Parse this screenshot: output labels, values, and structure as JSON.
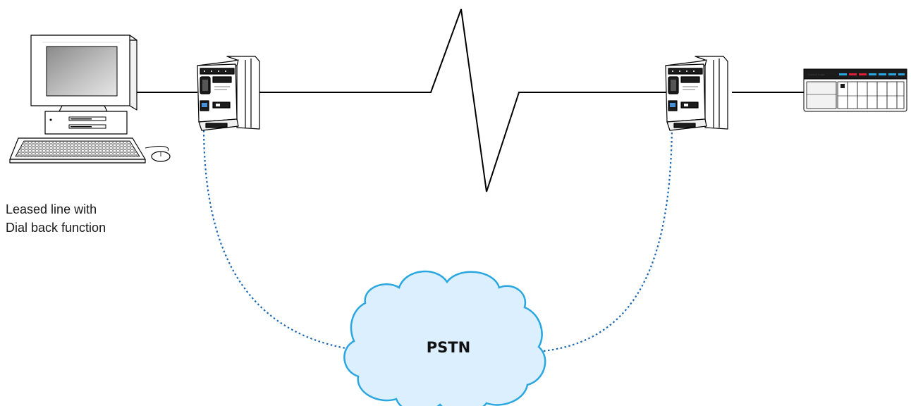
{
  "caption": {
    "line1": "Leased line with",
    "line2": "Dial back function"
  },
  "cloud": {
    "label": "PSTN"
  },
  "plc": {
    "brand_text": "Control Logix"
  },
  "colors": {
    "line": "#000000",
    "dial_link": "#1a66b3",
    "cloud_fill": "#dcefff",
    "cloud_stroke": "#2aa7e0",
    "plc_accent_blue": "#2aa7e0",
    "plc_accent_red": "#e0203a"
  },
  "icons": {
    "computer": "desktop-computer-icon",
    "modem_left": "din-rail-modem-icon",
    "modem_right": "din-rail-modem-icon",
    "plc": "plc-rack-icon",
    "cloud": "cloud-icon"
  }
}
